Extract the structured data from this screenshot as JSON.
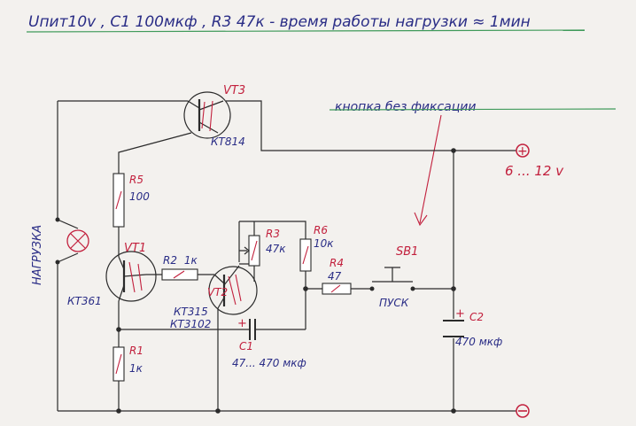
{
  "header": {
    "text": "Uпит10v , С1 100мкф , R3 47к - время работы нагрузки ≈ 1мин"
  },
  "note": "кнопка без фиксации",
  "power": {
    "plus_symbol": "+",
    "minus_symbol": "−",
    "voltage": "6 ... 12 v"
  },
  "load": {
    "label": "НАГРУЗКА"
  },
  "transistors": {
    "vt3": {
      "ref": "VT3",
      "type": "КТ814"
    },
    "vt1": {
      "ref": "VT1",
      "type": "КТ361"
    },
    "vt2": {
      "ref": "VT2",
      "type_a": "КТ315",
      "type_b": "КТ3102"
    }
  },
  "resistors": {
    "r5": {
      "ref": "R5",
      "value": "100"
    },
    "r2": {
      "ref": "R2",
      "value": "1к"
    },
    "r3": {
      "ref": "R3",
      "value": "47к"
    },
    "r6": {
      "ref": "R6",
      "value": "10к"
    },
    "r4": {
      "ref": "R4",
      "value": "47"
    },
    "r1": {
      "ref": "R1",
      "value": "1к"
    }
  },
  "capacitors": {
    "c1": {
      "ref": "C1",
      "value": "47... 470 мкф",
      "plus": "+"
    },
    "c2": {
      "ref": "C2",
      "value": "470 мкф",
      "plus": "+"
    }
  },
  "switch": {
    "ref": "SB1",
    "label": "ПУСК"
  },
  "colors": {
    "ink": "#2a2d86",
    "accent": "#c2203d",
    "underline": "#3f9a5a"
  }
}
